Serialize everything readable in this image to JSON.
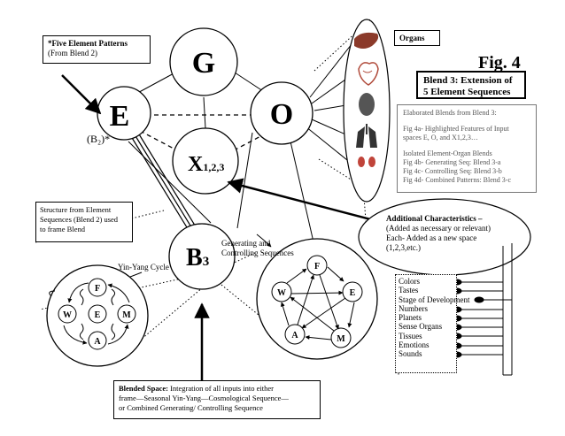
{
  "figure": {
    "label": "Fig. 4",
    "title_line1": "Blend 3: Extension of",
    "title_line2": "5 Element Sequences"
  },
  "nodes": {
    "G": "G",
    "E": "E",
    "O": "O",
    "X": "X",
    "X_sub": "1,2,3",
    "B": "B",
    "B_sub": "3",
    "E_note": "(B₂)*"
  },
  "callouts": {
    "five_element_title": "*Five Element Patterns",
    "five_element_sub": "(From Blend 2)",
    "organs": "Organs",
    "structure_line1": "Structure from Element",
    "structure_line2": "Sequences (Blend 2) used",
    "structure_line3": "to frame Blend",
    "generating_line1": "Generating and",
    "generating_line2": "Controlling Sequences",
    "yin_yang": "Yin-Yang Cycle",
    "additional_title": "Additional Characteristics –",
    "additional_line2": "(Added as necessary or relevant)",
    "additional_line3": "Each- Added as a new space",
    "additional_line4": "(1,2,3,etc.)",
    "blended_title": "Blended Space:",
    "blended_line1": " Integration of all inputs into either",
    "blended_line2": "frame—Seasonal Yin-Yang—Cosmological Sequence—",
    "blended_line3": "or Combined Generating/ Controlling Sequence"
  },
  "elaborated": {
    "heading": "Elaborated Blends from Blend 3:",
    "line1": "Fig 4a- Highlighted Features of Input",
    "line2": "spaces E, O, and X1,2,3…",
    "line3": "Isolated Element-Organ Blends",
    "line4": "Fig 4b- Generating Seq: Blend 3-a",
    "line5": "Fig 4c- Controlling Seq: Blend 3-b",
    "line6": "Fig 4d- Combined Patterns: Blend 3-c"
  },
  "characteristics": [
    "Colors",
    "Tastes",
    "Stage of Development",
    "Numbers",
    "Planets",
    "Sense Organs",
    "Tissues",
    "Emotions",
    "Sounds"
  ],
  "yin_yang_circle": {
    "top": "F",
    "left": "W",
    "center": "E",
    "right": "M",
    "bottom": "A"
  },
  "sequence_circle": {
    "top": "F",
    "left": "W",
    "right": "E",
    "bottom_left": "A",
    "bottom_right": "M"
  },
  "organ_icons": [
    "liver-icon",
    "heart-icon",
    "kidney-organ-icon",
    "lungs-icon",
    "kidneys-icon"
  ],
  "colors": {
    "ink": "#000000",
    "note_gray": "#555555",
    "liver": "#8b3a2a",
    "heart": "#b04a3a",
    "lung": "#333333",
    "kidney": "#c0443a"
  }
}
